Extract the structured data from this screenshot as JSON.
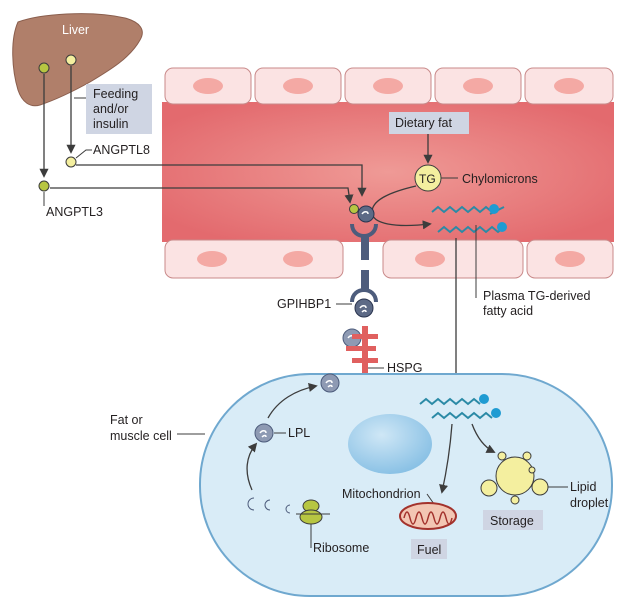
{
  "labels": {
    "liver": "Liver",
    "feeding": [
      "Feeding",
      "and/or",
      "insulin"
    ],
    "angptl8": "ANGPTL8",
    "angptl3": "ANGPTL3",
    "dietary_fat": "Dietary fat",
    "tg": "TG",
    "chylomicrons": "Chylomicrons",
    "gpihbp1": "GPIHBP1",
    "plasma_fa": [
      "Plasma TG-derived",
      "fatty acid"
    ],
    "hspg": "HSPG",
    "cell": [
      "Fat or",
      "muscle cell"
    ],
    "lpl": "LPL",
    "mitochondrion": "Mitochondrion",
    "fuel": "Fuel",
    "ribosome": "Ribosome",
    "storage": "Storage",
    "lipid_droplet": [
      "Lipid",
      "droplet"
    ]
  },
  "colors": {
    "liver": "#b07f6a",
    "vessel": "#e8777a",
    "endothelial": "#fbe3e3",
    "nucleus": "#f4a9a4",
    "cell": "#d9ecf7",
    "cell_border": "#6fa8cf",
    "lpl": "#4d5c7c",
    "label_box": "#cfd5e3",
    "green": "#b7c642",
    "yellow": "#f4ef9f",
    "teal": "#2b8aa6",
    "fuel_box": "#f3c6b3"
  }
}
